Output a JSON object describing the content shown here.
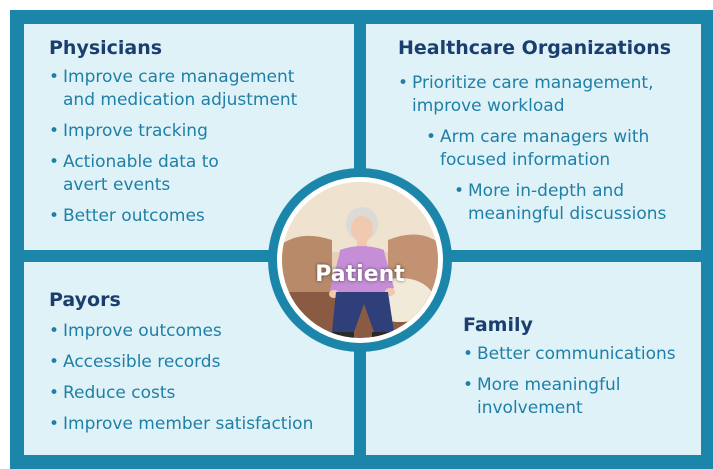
{
  "physicians": {
    "title": "Physicians",
    "items": [
      "Improve care management",
      "and medication adjustment",
      "Improve tracking",
      "Actionable data to",
      "avert events",
      "Better outcomes"
    ]
  },
  "healthcare": {
    "title": "Healthcare Organizations",
    "items": [
      "Prioritize care management,",
      "improve workload",
      "Arm care managers with",
      "focused information",
      "More in-depth and",
      "meaningful discussions"
    ]
  },
  "payors": {
    "title": "Payors",
    "items": [
      "Improve outcomes",
      "Accessible records",
      "Reduce costs",
      "Improve member satisfaction"
    ]
  },
  "family": {
    "title": "Family",
    "items": [
      "Better communications",
      "More meaningful",
      "involvement"
    ]
  },
  "center": {
    "label": "Patient",
    "image": "elderly-woman-seated-photo"
  },
  "colors": {
    "frame": "#1b86aa",
    "panel": "#dff2f8",
    "heading": "#1a3f6f",
    "text": "#1f7fa6"
  }
}
